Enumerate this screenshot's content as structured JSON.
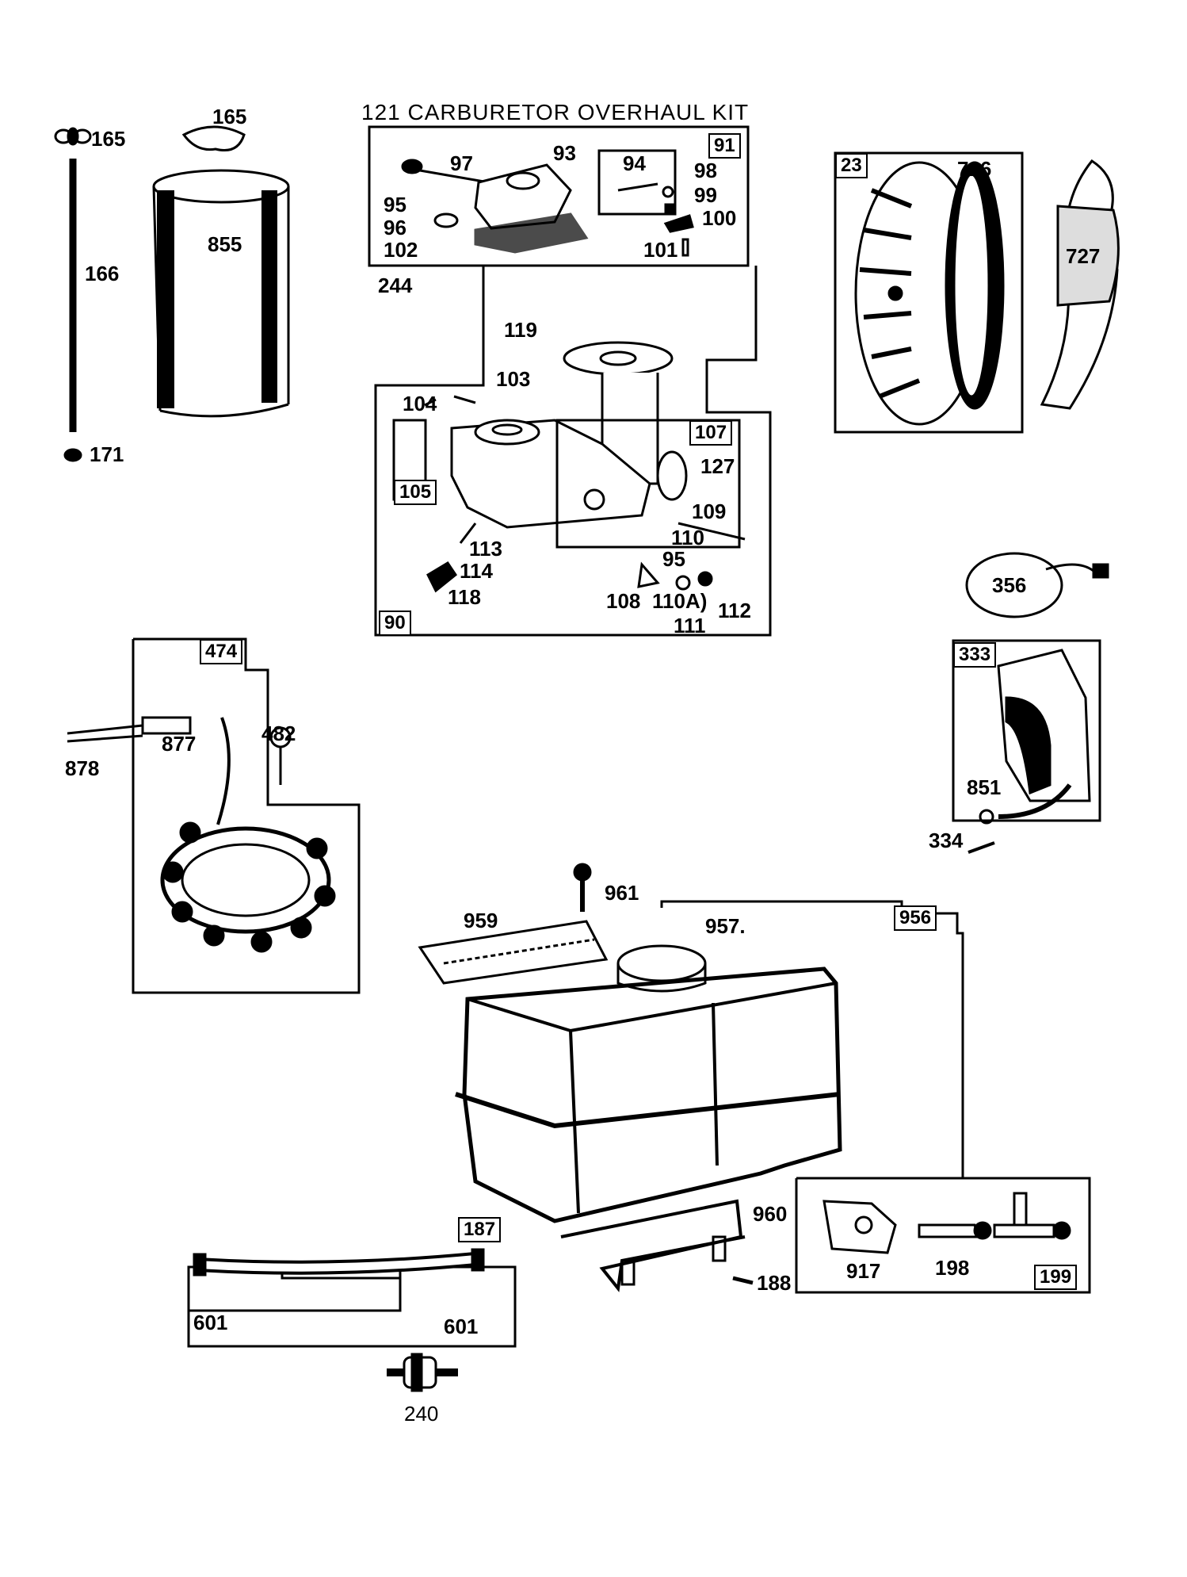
{
  "title": "121 CARBURETOR OVERHAUL KIT",
  "labels": {
    "p165a": "165",
    "p165b": "165",
    "p855": "855",
    "p166": "166",
    "p171": "171",
    "p93": "93",
    "p97": "97",
    "p94": "94",
    "p91": "91",
    "p98": "98",
    "p99": "99",
    "p100": "100",
    "p95": "95",
    "p96": "96",
    "p102": "102",
    "p101": "101",
    "p244": "244",
    "p119": "119",
    "p103": "103",
    "p104": "104",
    "p107": "107",
    "p127": "127",
    "p105": "105",
    "p109": "109",
    "p110": "110",
    "p95b": "95",
    "p113": "113",
    "p114": "114",
    "p118": "118",
    "p108": "108",
    "p110a": "110A)",
    "p112": "112",
    "p111": "111",
    "p90": "90",
    "p23": "23",
    "p726": "726",
    "p727": "727",
    "p356": "356",
    "p474": "474",
    "p482": "482",
    "p877": "877",
    "p878": "878",
    "p333": "333",
    "p851": "851",
    "p334": "334",
    "p961": "961",
    "p959": "959",
    "p957": "957.",
    "p956": "956",
    "p960": "960",
    "p188": "188",
    "p917": "917",
    "p198": "198",
    "p199": "199",
    "p187": "187",
    "p601a": "601",
    "p601b": "601",
    "p240": "240"
  }
}
